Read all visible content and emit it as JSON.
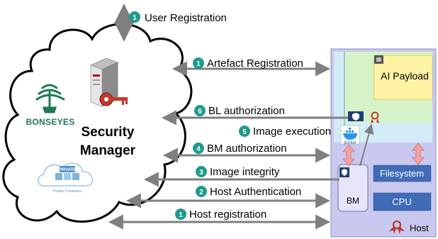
{
  "colors": {
    "accent_teal": "#1f9a8a",
    "cloud_stroke": "#000000",
    "arrow_gray": "#7f7f7f",
    "host_frame": "#c9c8ef",
    "host_inner_light": "#d2ecf7",
    "host_green": "#d6f3c8",
    "ai_payload_fill": "#fff3a6",
    "bm_lavender": "#cfd0f4",
    "bar_blue": "#3f6bb7",
    "dark_red": "#c0392b",
    "pink_arrow": "#f4a3a3"
  },
  "cloud": {
    "brand": "BONSEYES",
    "title_line1": "Security",
    "title_line2": "Manager",
    "private_badge": "PRIVATE",
    "private_caption": "Private Containers"
  },
  "top": {
    "step": "1",
    "label": "User Registration"
  },
  "messages": [
    {
      "step": "1",
      "label": "Artefact Registration"
    },
    {
      "step": "6",
      "label": "BL authorization"
    },
    {
      "step": "5",
      "label": "Image execution"
    },
    {
      "step": "4",
      "label": "BM authorization"
    },
    {
      "step": "3",
      "label": "Image integrity"
    },
    {
      "step": "2",
      "label": "Host Authentication"
    },
    {
      "step": "1",
      "label": "Host registration"
    }
  ],
  "host": {
    "ai_payload": "AI Payload",
    "bm": "BM",
    "filesystem": "Filesystem",
    "cpu": "CPU",
    "host_label": "Host",
    "docker_label": "docker"
  },
  "icons": {
    "server": "server-icon",
    "key": "key-icon",
    "tree_logo": "bonseyes-tree-logo",
    "cloud_private": "private-cloud-icon",
    "shield": "shield-icon",
    "docker": "docker-icon",
    "tpm_chip": "chip-icon",
    "tpm_badge": "tpm-badge-icon"
  }
}
